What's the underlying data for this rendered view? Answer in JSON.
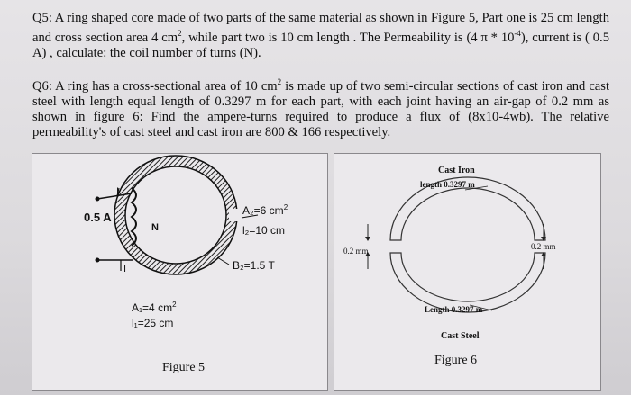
{
  "q5": {
    "text_a": "Q5: A ring shaped core made of two parts of the same material as shown in Figure 5, Part one is 25 cm length and cross section area 4 cm",
    "sup1": "2",
    "text_b": ", while part two is 10 cm length . The Permeability is (4 π * 10",
    "sup2": "-4",
    "text_c": "), current is ( 0.5 A) , calculate:  the coil number of turns (N)."
  },
  "q6": {
    "text_a": "Q6: A ring has a cross-sectional area of 10 cm",
    "sup1": "2",
    "text_b": " is made up of two semi-circular sections of cast iron and cast steel with length equal length of 0.3297 m for each part, with each joint having an air-gap of 0.2 mm as shown in figure 6: Find the ampere-turns required to produce a flux of (8x10-4wb).  The relative permeability's of cast steel and cast iron are 800 & 166 respectively."
  },
  "figure5": {
    "current": "0.5 A",
    "turns": "N",
    "current_marker_top": "I",
    "current_marker_bottom": "I",
    "a2": "A₂=6 cm",
    "a2_sup": "2",
    "l2": "l₂=10 cm",
    "b2": "B₂=1.5 T",
    "a1": "A₁=4 cm",
    "a1_sup": "2",
    "l1": "l₁=25 cm",
    "caption": "Figure 5"
  },
  "figure6": {
    "top_material": "Cast Iron",
    "top_length": "length 0.3297 m",
    "gap_left": "0.2 mm",
    "gap_right": "0.2 mm",
    "bottom_length": "Length 0.3297 m",
    "bottom_material": "Cast Steel",
    "caption": "Figure 6"
  }
}
